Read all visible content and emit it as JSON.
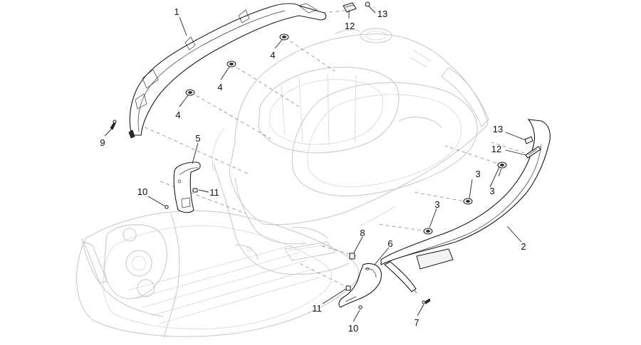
{
  "diagram": {
    "type": "exploded-parts",
    "callouts": [
      {
        "id": "c1",
        "label": "1"
      },
      {
        "id": "c12a",
        "label": "12"
      },
      {
        "id": "c13a",
        "label": "13"
      },
      {
        "id": "c4a",
        "label": "4"
      },
      {
        "id": "c4b",
        "label": "4"
      },
      {
        "id": "c4c",
        "label": "4"
      },
      {
        "id": "c9",
        "label": "9"
      },
      {
        "id": "c5",
        "label": "5"
      },
      {
        "id": "c10a",
        "label": "10"
      },
      {
        "id": "c11a",
        "label": "11"
      },
      {
        "id": "c13b",
        "label": "13"
      },
      {
        "id": "c12b",
        "label": "12"
      },
      {
        "id": "c3a",
        "label": "3"
      },
      {
        "id": "c3b",
        "label": "3"
      },
      {
        "id": "c3c",
        "label": "3"
      },
      {
        "id": "c2",
        "label": "2"
      },
      {
        "id": "c8",
        "label": "8"
      },
      {
        "id": "c6",
        "label": "6"
      },
      {
        "id": "c11b",
        "label": "11"
      },
      {
        "id": "c10b",
        "label": "10"
      },
      {
        "id": "c7",
        "label": "7"
      }
    ]
  },
  "colors": {
    "line": "#1a1a1a",
    "ghost": "#c7c7c7",
    "background": "#ffffff"
  }
}
